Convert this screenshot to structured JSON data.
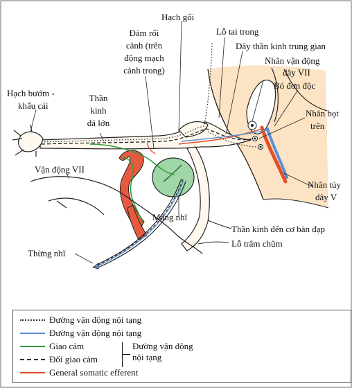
{
  "labels": {
    "hach_goi": "Hạch gối",
    "lo_tai_trong": "Lỗ tai trong",
    "day_than_kinh_trung_gian": "Dây thần kinh trung gian",
    "nhan_van_dong": "Nhân vận động",
    "day_vii": "dây VII",
    "bo_don_doc": "Bó đơn độc",
    "nhan_bot": "Nhân bọt",
    "tren": "trên",
    "nhan_tuy": "Nhân tủy",
    "day_v": "dây V",
    "dam_roi_1": "Đám rối",
    "dam_roi_2": "cảnh (trên",
    "dam_roi_3": "động mạch",
    "dam_roi_4": "cảnh trong)",
    "hach_buom_1": "Hạch bướm -",
    "hach_buom_2": "khẩu cái",
    "than_1": "Thần",
    "than_2": "kinh",
    "than_3": "đá lớn",
    "van_dong_vii": "Vận động VII",
    "mang_nhi": "Màng nhĩ",
    "than_kinh_co_ban_dap": "Thần kinh đến cơ bàn đạp",
    "lo_tram_chum": "Lỗ trâm chũm",
    "thung_nhi": "Thừng nhĩ"
  },
  "legend": {
    "items": [
      {
        "label": "Đường vận động nội tạng",
        "style": "dotted",
        "color": "#333333"
      },
      {
        "label": "Đường vận động nội tạng",
        "style": "solid",
        "color": "#5b8fd6"
      },
      {
        "label": "Giao cảm",
        "style": "solid",
        "color": "#2f9b3a"
      },
      {
        "label": "Đối giao cảm",
        "style": "dashed",
        "color": "#333333"
      },
      {
        "label": "General somatic efferent",
        "style": "solid",
        "color": "#e2502a"
      }
    ],
    "bracket_label_1": "Đường vận động",
    "bracket_label_2": "nội tạng"
  },
  "colors": {
    "brainstem": "#fbe3c4",
    "nerve_fill": "#fff8ee",
    "artery": "#e65b3f",
    "tympanic": "#9fd7a6",
    "blue": "#5b8fd6",
    "green": "#2f9b3a",
    "orange": "#e2502a"
  }
}
